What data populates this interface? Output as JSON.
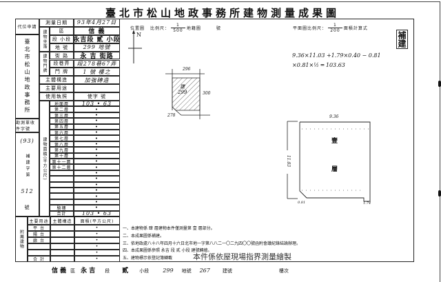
{
  "title": "臺北市松山地政事務所建物測量成果圖",
  "left_labels": {
    "applicant": "代位申請",
    "office": "臺北市松山地政事務所",
    "receipt_no_label": "勘測單收件字號",
    "receipt_year": "(93)",
    "permit_prefix": "補建字第",
    "permit_number": "512",
    "permit_suffix": "號"
  },
  "info": {
    "survey_date_label": "測量日期",
    "survey_date": "93年4月27日",
    "location_group": "建物坐落",
    "district_label": "區",
    "district": "信 義",
    "section_label": "段 小段",
    "section": "永吉段 貳 小段",
    "lot_label": "地 號",
    "lot": "299 地號",
    "doorplate_group": "建物門牌",
    "street_label": "街 路",
    "street": "永 吉 街路",
    "lane_label": "段巷弄",
    "lane": "段278巷67弄",
    "number_label": "門 牌",
    "number": "1 號  樓之",
    "structure_label": "主體構造",
    "structure": "加強磚造",
    "use_label": "主要用途",
    "use": "",
    "license_label": "使用執照",
    "license": "使字      號"
  },
  "area": {
    "group_label": "建物面積(平方公尺)",
    "floors": [
      {
        "label": "地面層",
        "value": "103 • 63"
      },
      {
        "label": "第二層",
        "value": "•"
      },
      {
        "label": "第三層",
        "value": "•"
      },
      {
        "label": "第四層",
        "value": "•"
      },
      {
        "label": "第五層",
        "value": "•"
      },
      {
        "label": "第六層",
        "value": "•"
      },
      {
        "label": "第七層",
        "value": "•"
      },
      {
        "label": "第八層",
        "value": "•"
      },
      {
        "label": "第九層",
        "value": "•"
      },
      {
        "label": "第十層",
        "value": "•"
      },
      {
        "label": "第十一層",
        "value": "•"
      },
      {
        "label": "第十二層",
        "value": "•"
      },
      {
        "label": "",
        "value": "•"
      },
      {
        "label": "",
        "value": "•"
      },
      {
        "label": "",
        "value": "•"
      },
      {
        "label": "",
        "value": "•"
      },
      {
        "label": "",
        "value": "•"
      },
      {
        "label": "",
        "value": "•"
      },
      {
        "label": "騎樓",
        "value": "•"
      },
      {
        "label": "合計",
        "value": "103 • 63"
      }
    ]
  },
  "attached": {
    "group_label": "附屬建物",
    "headers": [
      "主要用途",
      "主體構造",
      "面積(平方公尺)"
    ],
    "rows": [
      {
        "use": "平 台",
        "structure": "",
        "area": "•"
      },
      {
        "use": "陽 台",
        "structure": "",
        "area": "•"
      },
      {
        "use": "廊 台",
        "structure": "",
        "area": "•"
      },
      {
        "use": "",
        "structure": "",
        "area": "•"
      },
      {
        "use": "",
        "structure": "",
        "area": "•"
      },
      {
        "use": "合 計",
        "structure": "",
        "area": "•"
      }
    ]
  },
  "location_map": {
    "label": "位置圖",
    "scale_label": "比例尺：",
    "scale_num": "1",
    "scale_den": "500",
    "cadastral_label": "地籍圖",
    "number_label": "號",
    "north": "N",
    "lot_label": "建\n299",
    "dims": [
      "296",
      "300",
      "278"
    ]
  },
  "floor_plan": {
    "scale_label": "平面圖比例尺：",
    "scale_num": "1",
    "scale_den": "200",
    "formula_label": "面積計算式",
    "stamp": "補建",
    "formula_line1": "9.36×11.03 +1.79×0.40 − 0.81",
    "formula_line2": "×0.81×½ ═ 103.63",
    "width_dim": "9.36",
    "height_dim": "11.03",
    "floor_char1": "壹",
    "floor_char2": "層",
    "corner_dim": "0.81",
    "step_dim": "1.74"
  },
  "notes": [
    "一、本建物係  肆  層建物本件僅測量第  壹  層部分。",
    "二、本成果圖係補建。",
    "三、依地政處八十八年四月十六日北市地一字第八八二一〇二九四〇〇號函附會議紀錄結論辦理。",
    "四、本成果圖係參照 永吉 段  貳  小段          建號轉繪。",
    "五、建物標示依登記簿轉載",
    "本件係依屋現場指界測量繪製"
  ],
  "footer": {
    "district": "信 義",
    "district_label": "區",
    "section": "永 吉",
    "section_label": "段",
    "subsection": "貳",
    "subsection_label": "小段",
    "lot": "299",
    "lot_label": "地號",
    "building_no": "267",
    "building_label": "建號",
    "floor_label": "樓次"
  }
}
